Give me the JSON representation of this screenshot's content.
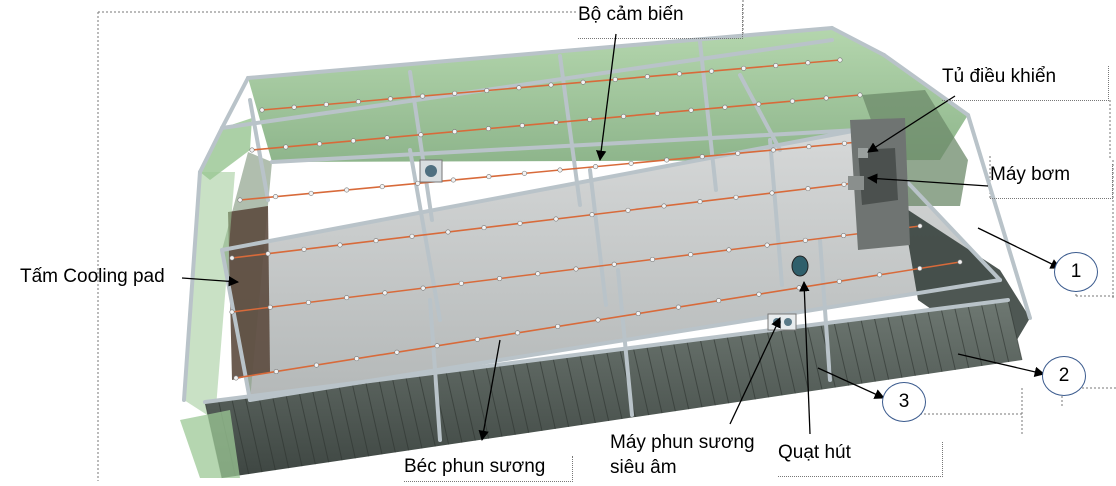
{
  "labels": {
    "sensor": "Bộ cảm biến",
    "control_cabinet": "Tủ điều khiển",
    "pump": "Máy bơm",
    "cooling_pad": "Tấm Cooling pad",
    "mist_nozzle": "Béc phun sương",
    "ultrasonic_mister_line1": "Máy phun sương",
    "ultrasonic_mister_line2": "siêu âm",
    "exhaust_fan": "Quạt hút"
  },
  "callouts": [
    "1",
    "2",
    "3"
  ],
  "colors": {
    "frame": "#b9c3c9",
    "glass_green": "#8fc48a",
    "floor": "#c9cccd",
    "mist_pipe": "#d86a3a",
    "wall_dark": "#4c5550",
    "circle_stroke": "#3b5b8e"
  }
}
